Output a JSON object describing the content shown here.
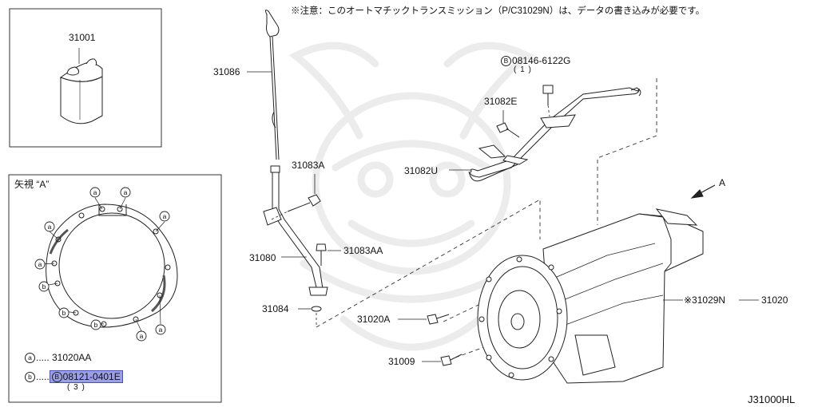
{
  "note": "※注意：このオートマチックトランスミッション（P/C31029N）は、データの書き込みが必要です。",
  "diagram_code": "J31000HL",
  "parts": {
    "p31001": "31001",
    "p31086": "31086",
    "p31082E": "31082E",
    "bolt_08146": "08146-6122G",
    "bolt_08146_qty": "( 1 )",
    "bolt_08146_marker": "B",
    "p31082U": "31082U",
    "p31083A": "31083A",
    "p31083AA": "31083AA",
    "p31080": "31080",
    "p31084": "31084",
    "p31020A": "31020A",
    "p31009": "31009",
    "p31029N": "※31029N",
    "p31020": "31020"
  },
  "view_arrow": "A",
  "inset_view": {
    "title": "矢視 “A”",
    "marker_a": "a",
    "marker_b": "b",
    "legend_a_part": "..... 31020AA",
    "legend_b_marker": "B",
    "legend_b_part": "08121-0401E",
    "legend_b_qty": "( 3 )",
    "legend_b_dots": "....."
  }
}
